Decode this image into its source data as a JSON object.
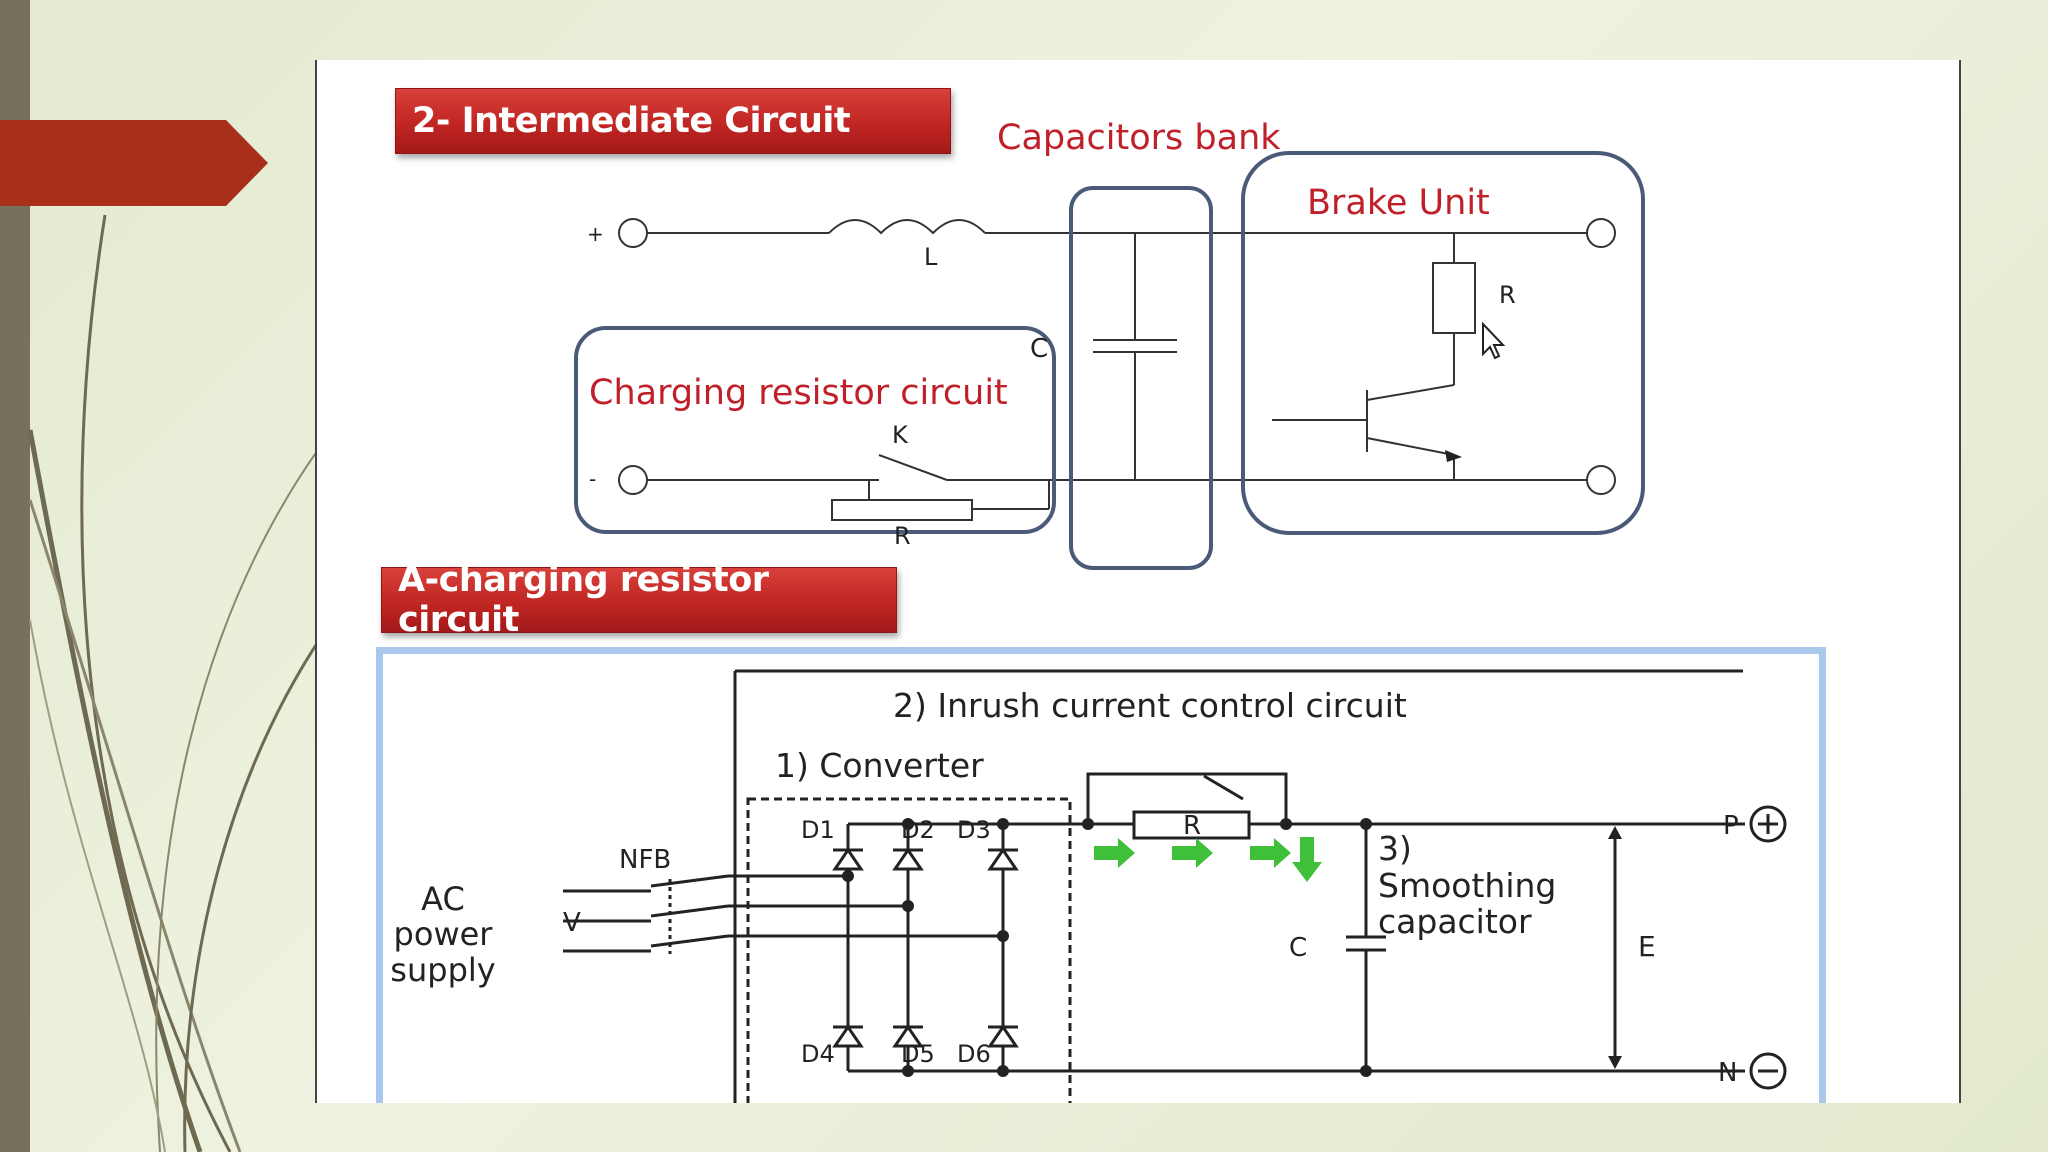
{
  "section_intermediate": {
    "banner": "2- Intermediate Circuit",
    "labels": {
      "capacitors_bank": "Capacitors bank",
      "brake_unit": "Brake Unit",
      "charging_resistor_circuit": "Charging resistor circuit"
    },
    "components": {
      "plus": "+",
      "minus": "-",
      "inductor": "L",
      "capacitor": "C",
      "switch": "K",
      "resistor_bottom": "R",
      "resistor_brake": "R"
    }
  },
  "section_charging": {
    "banner": "A-charging resistor circuit",
    "labels": {
      "inrush": "2) Inrush current control circuit",
      "converter": "1) Converter",
      "smoothing_line1": "3)",
      "smoothing_line2": "Smoothing",
      "smoothing_line3": "capacitor",
      "ac_line1": "AC",
      "ac_line2": "power",
      "ac_line3": "supply",
      "nfb": "NFB",
      "voltage": "V",
      "resistor": "R",
      "capacitor": "C",
      "e": "E",
      "p": "P",
      "n": "N",
      "d1": "D1",
      "d2": "D2",
      "d3": "D3",
      "d4": "D4",
      "d5": "D5",
      "d6": "D6"
    }
  },
  "colors": {
    "banner_red": "#c02622",
    "label_red": "#c0202a",
    "frame_blue": "#4a5a78",
    "arrow_green": "#3fbf3a",
    "panel_border": "#a9c8ec"
  }
}
